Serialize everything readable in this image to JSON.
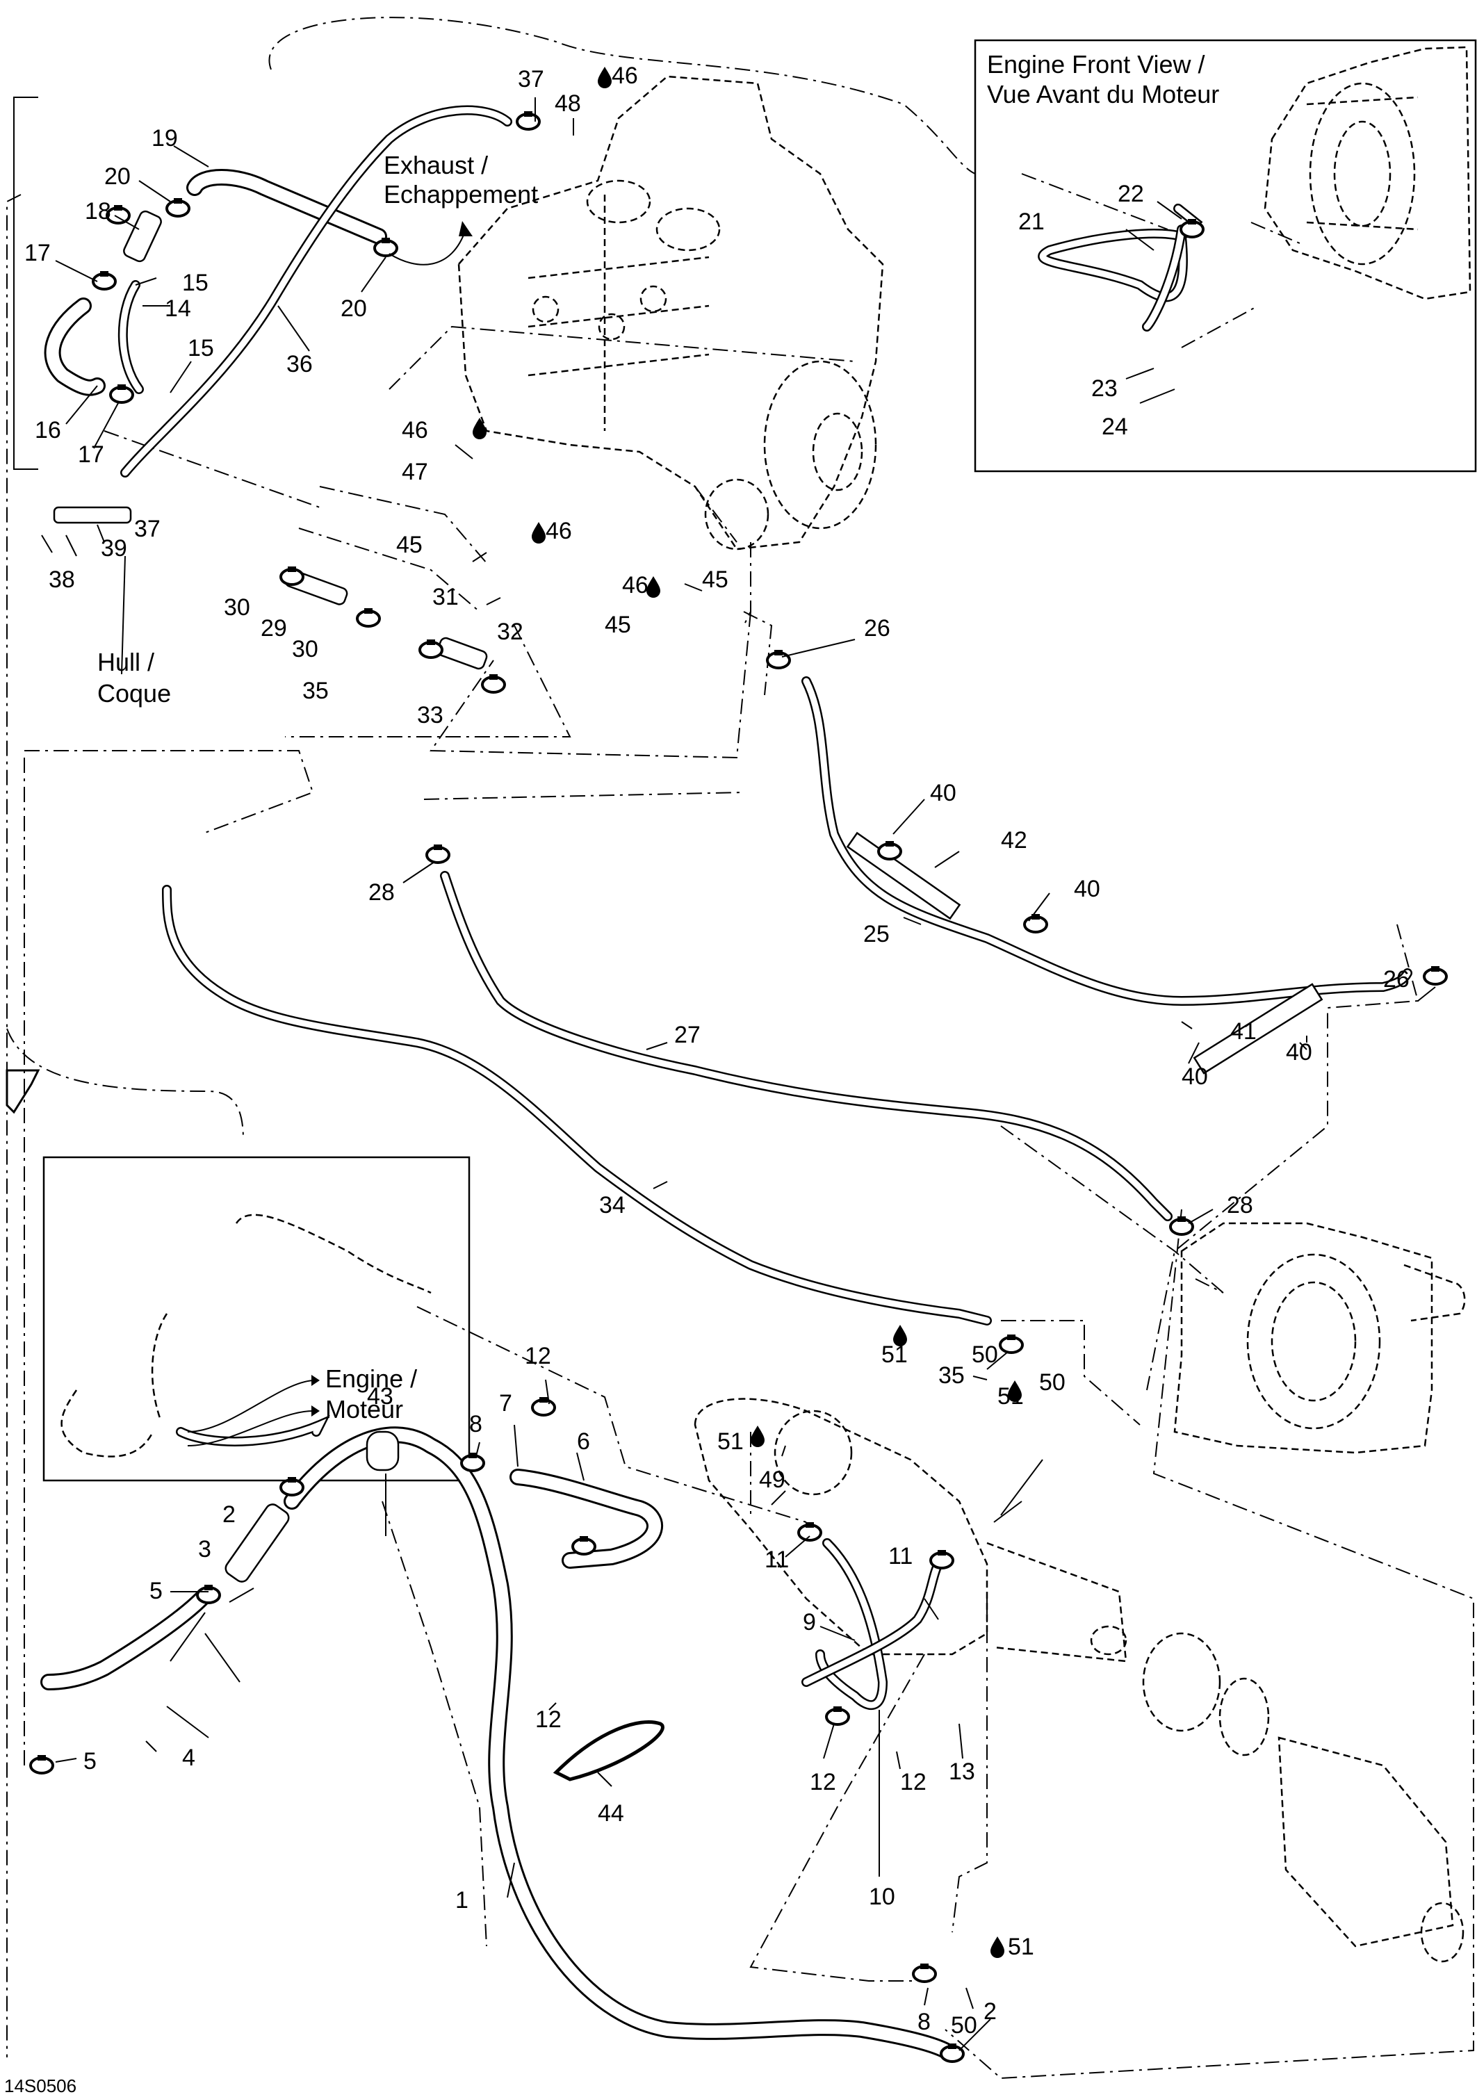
{
  "insets": {
    "front_view_title_1": "Engine Front View /",
    "front_view_title_2": "Vue Avant du Moteur",
    "engine_title_1": "Engine /",
    "engine_title_2": "Moteur"
  },
  "captions": {
    "exhaust_1": "Exhaust /",
    "exhaust_2": "Echappement",
    "hull_1": "Hull /",
    "hull_2": "Coque"
  },
  "drawing_code": "14S0506",
  "parts": {
    "p1": "1",
    "p2a": "2",
    "p2b": "2",
    "p3": "3",
    "p4": "4",
    "p5a": "5",
    "p5b": "5",
    "p6": "6",
    "p7": "7",
    "p8a": "8",
    "p8b": "8",
    "p9": "9",
    "p10": "10",
    "p11a": "11",
    "p11b": "11",
    "p12a": "12",
    "p12b": "12",
    "p12c": "12",
    "p12d": "12",
    "p13": "13",
    "p14": "14",
    "p15a": "15",
    "p15b": "15",
    "p16": "16",
    "p17a": "17",
    "p17b": "17",
    "p18": "18",
    "p19": "19",
    "p20a": "20",
    "p20b": "20",
    "p21": "21",
    "p22": "22",
    "p23": "23",
    "p24": "24",
    "p25": "25",
    "p26a": "26",
    "p26b": "26",
    "p27": "27",
    "p28a": "28",
    "p28b": "28",
    "p29": "29",
    "p30a": "30",
    "p30b": "30",
    "p31": "31",
    "p32": "32",
    "p33": "33",
    "p34": "34",
    "p35a": "35",
    "p35b": "35",
    "p36": "36",
    "p37a": "37",
    "p37b": "37",
    "p38": "38",
    "p39": "39",
    "p40a": "40",
    "p40b": "40",
    "p40c": "40",
    "p40d": "40",
    "p41": "41",
    "p42": "42",
    "p43": "43",
    "p44": "44",
    "p45a": "45",
    "p45b": "45",
    "p45c": "45",
    "p46a": "46",
    "p46b": "46",
    "p46c": "46",
    "p46d": "46",
    "p47": "47",
    "p48": "48",
    "p49": "49",
    "p50a": "50",
    "p50b": "50",
    "p50c": "50",
    "p51a": "51",
    "p51b": "51",
    "p51c": "51",
    "p51d": "51"
  },
  "icons": {
    "sealant_drop": "sealant-drop-icon"
  }
}
